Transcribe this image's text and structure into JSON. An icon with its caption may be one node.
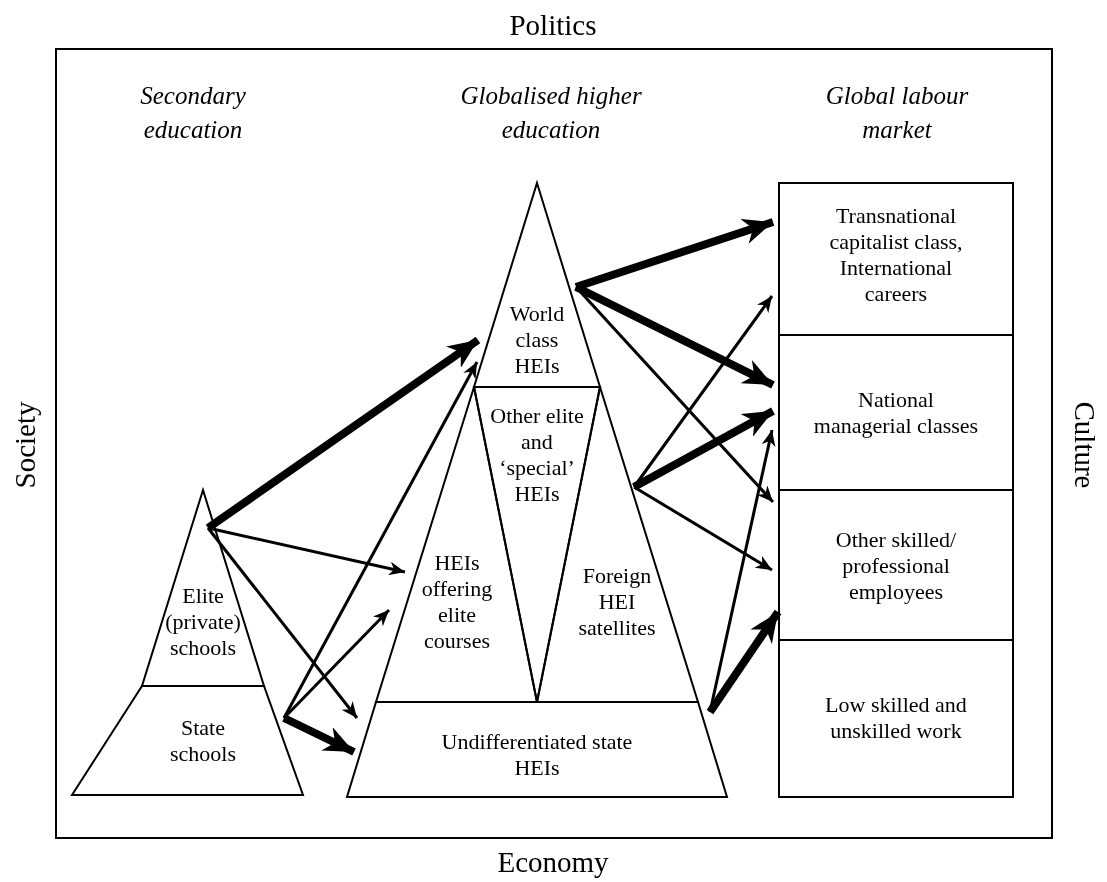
{
  "diagram": {
    "nodes": [
      {
        "text": [
          "Elite (private) schools"
        ]
      },
      {
        "text": [
          "State schools"
        ]
      },
      {
        "text": [
          "World class HEIs"
        ]
      },
      {
        "text": [
          "Other elite and ‘special’ HEIs"
        ]
      },
      {
        "text": [
          "HEIs offering elite courses"
        ]
      },
      {
        "text": [
          "Foreign HEI satellites"
        ]
      },
      {
        "text": [
          "Undifferentiated state HEIs"
        ]
      },
      {
        "text": [
          "Transnational capitalist class, International careers"
        ]
      },
      {
        "text": [
          "National managerial classes"
        ]
      },
      {
        "text": [
          "Other skilled/ professional employees"
        ]
      },
      {
        "text": [
          "Low skilled and unskilled work"
        ]
      }
    ],
    "edges": [
      {
        "from": 0,
        "to": 2,
        "arrow": "to",
        "style": "thick"
      },
      {
        "from": 0,
        "to": 4,
        "arrow": "to"
      },
      {
        "from": 0,
        "to": 6,
        "arrow": "to"
      },
      {
        "from": 1,
        "to": 2,
        "arrow": "to"
      },
      {
        "from": 1,
        "to": 4,
        "arrow": "to"
      },
      {
        "from": 1,
        "to": 6,
        "arrow": "to",
        "style": "thick"
      },
      {
        "from": 2,
        "to": 7,
        "arrow": "to",
        "style": "thick"
      },
      {
        "from": 2,
        "to": 8,
        "arrow": "to",
        "style": "thick"
      },
      {
        "from": 2,
        "to": 9,
        "arrow": "to"
      },
      {
        "from": 5,
        "to": 7,
        "arrow": "to"
      },
      {
        "from": 5,
        "to": 8,
        "arrow": "to",
        "style": "thick"
      },
      {
        "from": 5,
        "to": 9,
        "arrow": "to"
      },
      {
        "from": 6,
        "to": 8,
        "arrow": "to"
      },
      {
        "from": 6,
        "to": 9,
        "arrow": "to",
        "style": "thick"
      }
    ],
    "labels": [
      "Politics",
      "Secondary education",
      "Globalised higher education",
      "Global labour market",
      "Society",
      "Culture",
      "Economy"
    ]
  }
}
